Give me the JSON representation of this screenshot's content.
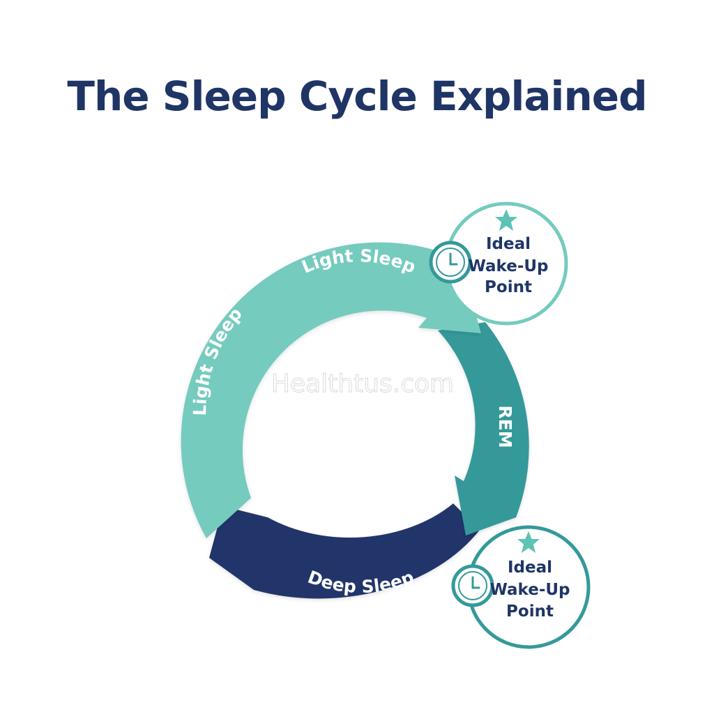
{
  "title": "The Sleep Cycle Explained",
  "watermark": "Healthtus.com",
  "colors": {
    "title": "#1f3566",
    "light_sleep": "#74cbbe",
    "rem": "#35999a",
    "deep_sleep": "#20366a",
    "callout_border_top": "#74cbbe",
    "callout_border_bottom": "#35999a",
    "callout_text": "#1f3566",
    "star": "#5ec2b5",
    "clock": "#35999a"
  },
  "segments": {
    "light_sleep_top": "Light Sleep",
    "light_sleep_left": "Light Sleep",
    "rem": "REM",
    "deep_sleep": "Deep Sleep"
  },
  "callouts": [
    {
      "line1": "Ideal",
      "line2": "Wake-Up",
      "line3": "Point",
      "icons": [
        "star-icon",
        "clock-icon"
      ]
    },
    {
      "line1": "Ideal",
      "line2": "Wake-Up",
      "line3": "Point",
      "icons": [
        "star-icon",
        "clock-icon"
      ]
    }
  ]
}
